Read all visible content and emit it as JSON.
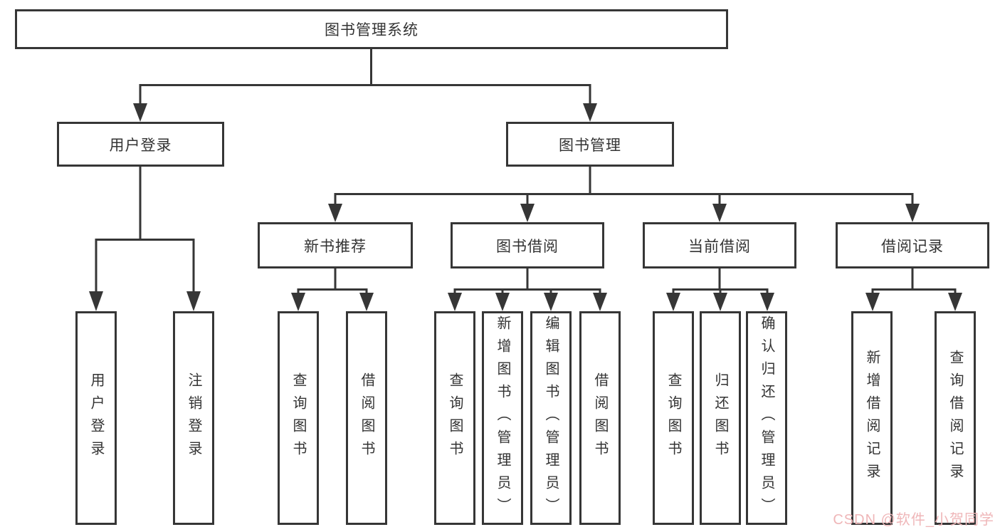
{
  "diagram": {
    "root": "图书管理系统",
    "level2": [
      "用户登录",
      "图书管理"
    ],
    "level3": [
      "新书推荐",
      "图书借阅",
      "当前借阅",
      "借阅记录"
    ],
    "leaves": {
      "user_login": [
        "用户登录",
        "注销登录"
      ],
      "new_book_recommend": [
        "查询图书",
        "借阅图书"
      ],
      "book_borrow": [
        "查询图书",
        "新增图书（管理员）",
        "编辑图书（管理员）",
        "借阅图书"
      ],
      "current_borrow": [
        "查询图书",
        "归还图书",
        "确认归还（管理员）"
      ],
      "borrow_record": [
        "新增借阅记录",
        "查询借阅记录"
      ]
    },
    "line_color": "#363636",
    "box_background": "#ffffff",
    "text_color": "#333333"
  },
  "watermark": {
    "text": "CSDN @软件_小贺同学",
    "color": "#efb6b8"
  }
}
